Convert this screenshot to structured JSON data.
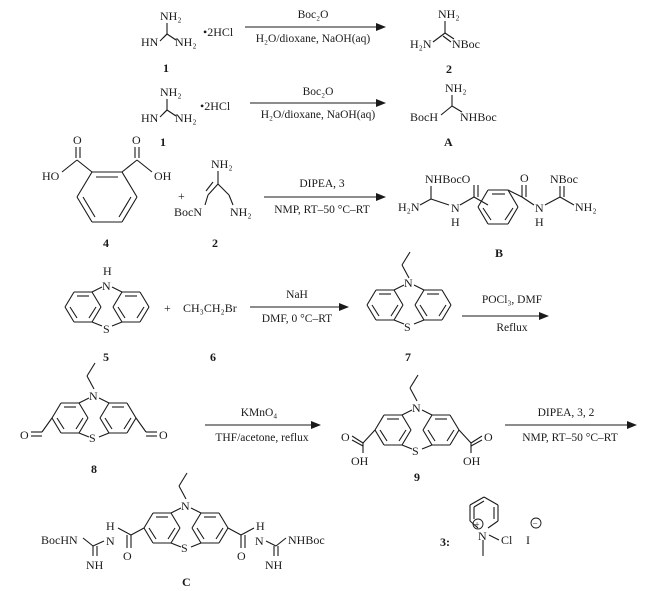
{
  "reactions": {
    "r1": {
      "reagent": "Boc₂O",
      "conditions": "H₂O/dioxane, NaOH(aq)"
    },
    "r2": {
      "reagent": "Boc₂O",
      "conditions": "H₂O/dioxane, NaOH(aq)"
    },
    "r3": {
      "reagent": "DIPEA, 3",
      "conditions": "NMP, RT–50 °C–RT"
    },
    "r4": {
      "reagent": "NaH",
      "conditions": "DMF, 0 °C–RT"
    },
    "r5": {
      "reagent": "POCl₃, DMF",
      "conditions": "Reflux"
    },
    "r6": {
      "reagent": "KMnO₄",
      "conditions": "THF/acetone, reflux"
    },
    "r7": {
      "reagent": "DIPEA, 3, 2",
      "conditions": "NMP, RT–50 °C–RT"
    }
  },
  "compounds": {
    "c1": {
      "number": "1",
      "nh2": "NH₂",
      "hn": "HN",
      "salt": "•2HCl"
    },
    "c2": {
      "number": "2",
      "nh2": "NH₂",
      "h2n": "H₂N",
      "nboc": "NBoc"
    },
    "cA": {
      "number": "A",
      "nh2": "NH₂",
      "boch": "BocH",
      "nhboc": "NHBoc"
    },
    "c4": {
      "number": "4",
      "ho": "HO",
      "oh": "OH",
      "o": "O"
    },
    "c2b": {
      "number": "2",
      "nh2a": "NH₂",
      "nh2b": "NH₂",
      "bocn": "BocN"
    },
    "cB": {
      "number": "B",
      "nhbocO": "NHBocO",
      "h2n": "H₂N",
      "n": "N",
      "h": "H",
      "nboc": "NBoc",
      "nh2": "NH₂",
      "o": "O"
    },
    "c5": {
      "number": "5",
      "h": "H",
      "n": "N",
      "s": "S"
    },
    "c6": {
      "number": "6",
      "formula": "CH₃CH₂Br"
    },
    "c7": {
      "number": "7",
      "n": "N",
      "s": "S"
    },
    "c8": {
      "number": "8",
      "n": "N",
      "s": "S",
      "o": "O"
    },
    "c9": {
      "number": "9",
      "n": "N",
      "s": "S",
      "o": "O",
      "oh": "OH"
    },
    "cC": {
      "number": "C",
      "bochn": "BocHN",
      "nhboc": "NHBoc",
      "n": "N",
      "s": "S",
      "nh": "NH",
      "h": "H",
      "o": "O"
    },
    "c3": {
      "number": "3:",
      "n": "N",
      "cl": "Cl",
      "plus": "+",
      "iodide": "I",
      "minus": "−"
    }
  },
  "plus_sign": "+"
}
